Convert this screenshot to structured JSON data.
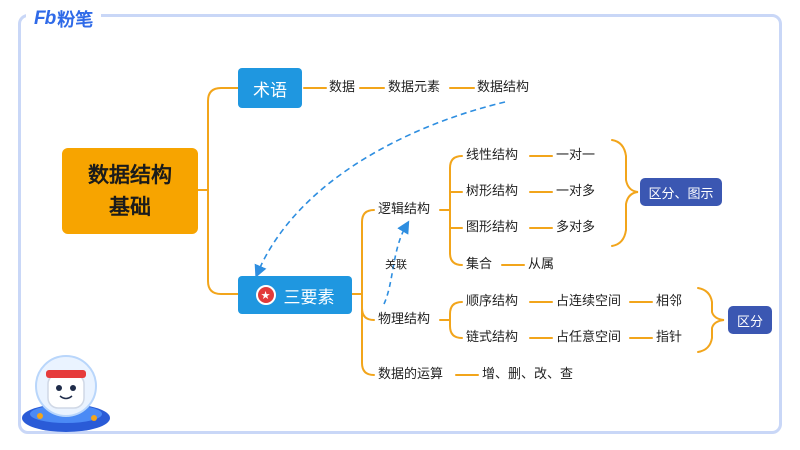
{
  "brand": {
    "mark": "Fb",
    "name": "粉笔"
  },
  "root": {
    "label": "数据结构\n基础"
  },
  "term": {
    "label": "术语",
    "chain": [
      "数据",
      "数据元素",
      "数据结构"
    ]
  },
  "three_elements": {
    "label": "三要素",
    "badge_glyph": "★"
  },
  "logic": {
    "label": "逻辑结构",
    "items": [
      {
        "name": "线性结构",
        "relation": "一对一"
      },
      {
        "name": "树形结构",
        "relation": "一对多"
      },
      {
        "name": "图形结构",
        "relation": "多对多"
      },
      {
        "name": "集合",
        "relation": "从属"
      }
    ],
    "tag": "区分、图示"
  },
  "relation_label": "关联",
  "physical": {
    "label": "物理结构",
    "items": [
      {
        "name": "顺序结构",
        "space": "占连续空间",
        "feature": "相邻"
      },
      {
        "name": "链式结构",
        "space": "占任意空间",
        "feature": "指针"
      }
    ],
    "tag": "区分"
  },
  "operations": {
    "label": "数据的运算",
    "items": [
      "增、删、改、",
      "查"
    ]
  },
  "colors": {
    "connector": "#f2a51b",
    "root_fill": "#f7a400",
    "primary_box": "#1f97e0",
    "tag_box": "#3b57b2",
    "dashed_arrow": "#2e8ee0",
    "highlight_text": "#d93a2b",
    "frame": "#c9d7f7"
  }
}
